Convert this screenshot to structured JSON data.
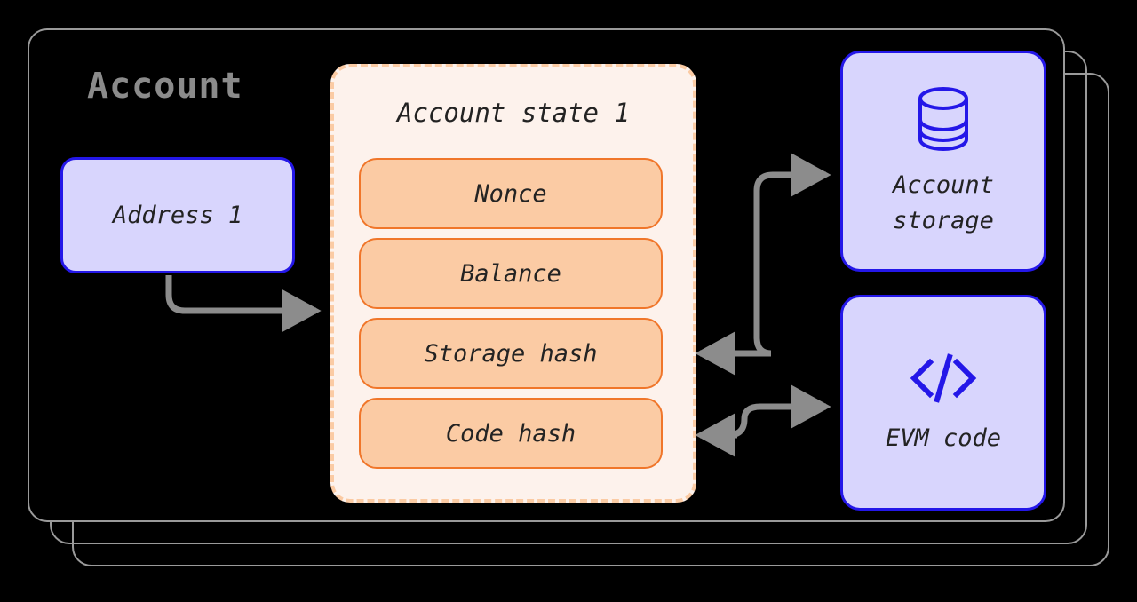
{
  "diagram": {
    "title": "Account",
    "background_color": "#000000"
  },
  "colors": {
    "card_border": "#9a9a9a",
    "title_text": "#8b8b8b",
    "lavender_fill": "#d8d5fd",
    "blue_border": "#2417e8",
    "state_fill": "#fdf2ec",
    "dashed_border": "#fbcba4",
    "field_fill": "#fbcba4",
    "field_border": "#f0762a",
    "arrow": "#8c8c8c",
    "text": "#232323"
  },
  "address_node": {
    "label": "Address 1"
  },
  "account_state": {
    "title": "Account state 1",
    "fields": [
      {
        "label": "Nonce"
      },
      {
        "label": "Balance"
      },
      {
        "label": "Storage hash"
      },
      {
        "label": "Code hash"
      }
    ]
  },
  "side_nodes": [
    {
      "id": "account-storage",
      "icon": "database-icon",
      "label_lines": [
        "Account",
        "storage"
      ]
    },
    {
      "id": "evm-code",
      "icon": "code-brackets-icon",
      "label_lines": [
        "EVM code"
      ]
    }
  ],
  "connectors": [
    {
      "name": "address-to-state",
      "from": "Address 1",
      "to": "Account state 1",
      "direction": "one-way"
    },
    {
      "name": "storage-hash-to-storage",
      "from": "Storage hash",
      "to": "Account storage",
      "direction": "two-way"
    },
    {
      "name": "code-hash-to-evm",
      "from": "Code hash",
      "to": "EVM code",
      "direction": "two-way"
    }
  ]
}
